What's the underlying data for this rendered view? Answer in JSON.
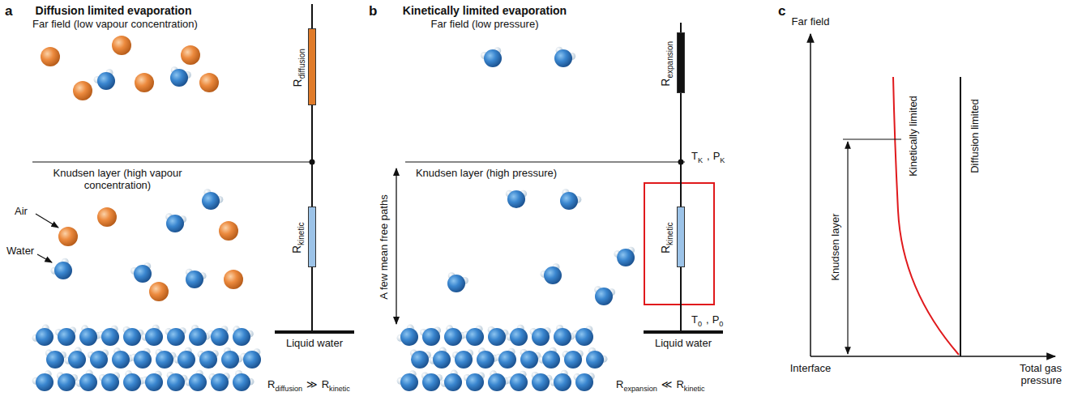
{
  "diagram": {
    "nodes": [
      {
        "text": [
          "R",
          "diffusion"
        ]
      },
      {
        "text": [
          "R",
          "kinetic"
        ]
      },
      {
        "text": [
          "Liquid water"
        ]
      },
      {
        "text": [
          "R",
          "expansion"
        ]
      },
      {
        "text": [
          "R",
          "kinetic"
        ]
      },
      {
        "text": [
          "Liquid water"
        ]
      }
    ],
    "edges": [
      {
        "from": 0,
        "to": 1,
        "arrow": "none"
      },
      {
        "from": 1,
        "to": 2,
        "arrow": "none"
      },
      {
        "from": 3,
        "to": 4,
        "arrow": "none"
      },
      {
        "from": 4,
        "to": 5,
        "arrow": "none"
      }
    ],
    "labels": [
      "a",
      "Diffusion limited evaporation",
      "Far field (low vapour concentration)",
      "Knudsen layer (high vapour concentration)",
      "Air",
      "Water",
      "R",
      "diffusion",
      "≫",
      "R",
      "kinetic",
      "b",
      "Kinetically limited evaporation",
      "Far field (low pressure)",
      "T",
      "K",
      ",",
      "P",
      "K",
      "Knudsen layer (high pressure)",
      "A few mean free paths",
      "T",
      "0",
      ",",
      "P",
      "0",
      "R",
      "expansion",
      "≪",
      "R",
      "kinetic",
      "c",
      "Far field",
      "Knudsen layer",
      "Kinetically limited",
      "Diffusion limited",
      "Interface",
      "Total gas pressure"
    ]
  }
}
